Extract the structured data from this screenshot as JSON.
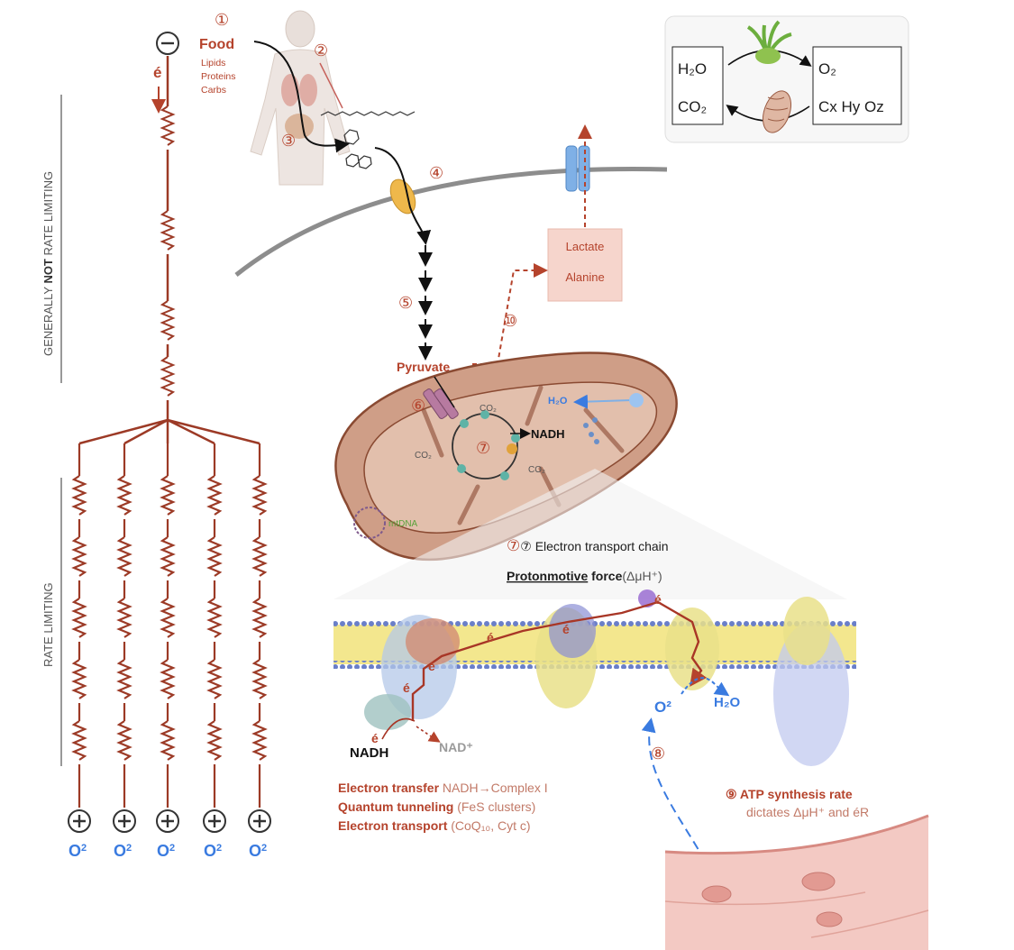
{
  "steps": {
    "s1": "①",
    "s2": "②",
    "s3": "③",
    "s4": "④",
    "s5": "⑤",
    "s6": "⑥",
    "s7": "⑦",
    "s8": "⑧",
    "s10": "⑩"
  },
  "food": {
    "title": "Food",
    "items": [
      "Lipids",
      "Proteins",
      "Carbs"
    ]
  },
  "circuit": {
    "minus": "⊖",
    "electron": "é",
    "plus": "⊕",
    "not_limiting_pre": "GENERALLY ",
    "not_limiting_bold": "NOT",
    "not_limiting_post": " RATE LIMITING",
    "rate_limiting": "RATE LIMITING",
    "oxygen_label": "O",
    "oxygen_sup": "2"
  },
  "cycle_box": {
    "h2o": "H₂O",
    "co2": "CO₂",
    "o2": "O₂",
    "cxhyoz": "Cx Hy Oz"
  },
  "metabolites": {
    "lactate": "Lactate",
    "alanine": "Alanine",
    "pyruvate": "Pyruvate"
  },
  "mito": {
    "h2o": "H₂O",
    "co2": "CO₂",
    "nadh": "NADH",
    "mtdna": "mtDNA",
    "tca_num": "⑦"
  },
  "etc": {
    "title": "⑦ Electron transport chain",
    "pmf_word": "Protonmotive",
    "pmf_rest": " force",
    "pmf_symbol": "(ΔμH⁺)",
    "electron": "é",
    "nadh": "NADH",
    "nadplus": "NAD⁺",
    "o2": "O²",
    "h2o": "H₂O"
  },
  "notes": {
    "line1_bold": "Electron transfer",
    "line1_rest": " NADH→Complex I",
    "line2_bold": "Quantum tunneling",
    "line2_rest": " (FeS clusters)",
    "line3_bold": "Electron transport",
    "line3_rest": " (CoQ₁₀, Cyt c)",
    "atp_title": "⑨ ATP synthesis rate",
    "atp_sub": "dictates ΔμH⁺ and éR"
  },
  "colors": {
    "wire": "#9c3a26",
    "accent": "#b5432c",
    "mito_fill": "#cf9e87",
    "mito_outline": "#8a4a32",
    "membrane_yellow": "#f3e78e",
    "lipid_blue": "#6a7fc8",
    "oxygen_blue": "#3a7be0"
  }
}
